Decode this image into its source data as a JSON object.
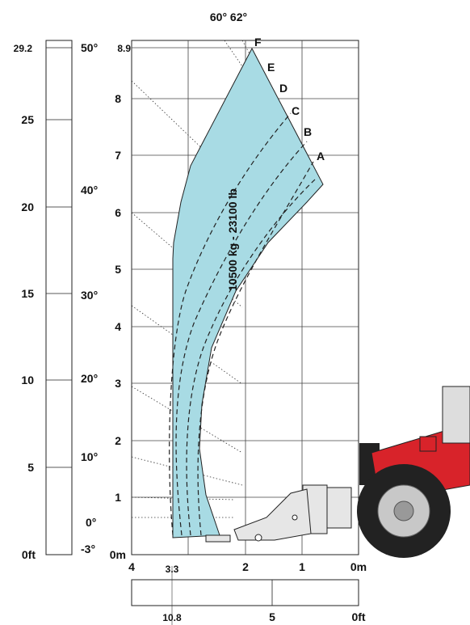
{
  "chart_data": {
    "type": "area",
    "title": "",
    "load_label": "10500 kg - 23100 lb",
    "top_angle_label": "60° 62°",
    "y_axis_m": {
      "ticks": [
        "0m",
        "1",
        "2",
        "3",
        "4",
        "5",
        "6",
        "7",
        "8",
        "8.9"
      ],
      "ylim": [
        0,
        8.9
      ]
    },
    "x_axis_m": {
      "ticks": [
        "4",
        "3.3",
        "2",
        "1",
        "0m"
      ],
      "xlim": [
        4,
        0
      ]
    },
    "y_axis_ft": {
      "ticks": [
        "0ft",
        "5",
        "10",
        "15",
        "20",
        "25",
        "29.2"
      ],
      "ylim": [
        0,
        29.2
      ]
    },
    "x_axis_ft": {
      "ticks": [
        "10.8",
        "5",
        "0ft"
      ],
      "xlim": [
        13.1,
        0
      ]
    },
    "angle_ticks": [
      "-3°",
      "0°",
      "10°",
      "20°",
      "30°",
      "40°",
      "50°"
    ],
    "boom_points": [
      "A",
      "B",
      "C",
      "D",
      "E",
      "F"
    ],
    "envelope_m": [
      [
        3.3,
        0.28
      ],
      [
        2.4,
        0.33
      ],
      [
        2.6,
        1.2
      ],
      [
        2.7,
        2.0
      ],
      [
        2.5,
        3.2
      ],
      [
        2.1,
        4.3
      ],
      [
        1.5,
        5.4
      ],
      [
        0.95,
        6.2
      ],
      [
        0.55,
        6.5
      ],
      [
        1.9,
        8.9
      ],
      [
        2.8,
        7.0
      ],
      [
        3.0,
        6.2
      ],
      [
        3.15,
        5.2
      ],
      [
        3.3,
        4.0
      ],
      [
        3.3,
        0.28
      ]
    ],
    "fill_color": "#a8dbe4",
    "machine_colors": {
      "body": "#d8232a",
      "tyre": "#222222",
      "rim": "#c8c8c8"
    }
  }
}
